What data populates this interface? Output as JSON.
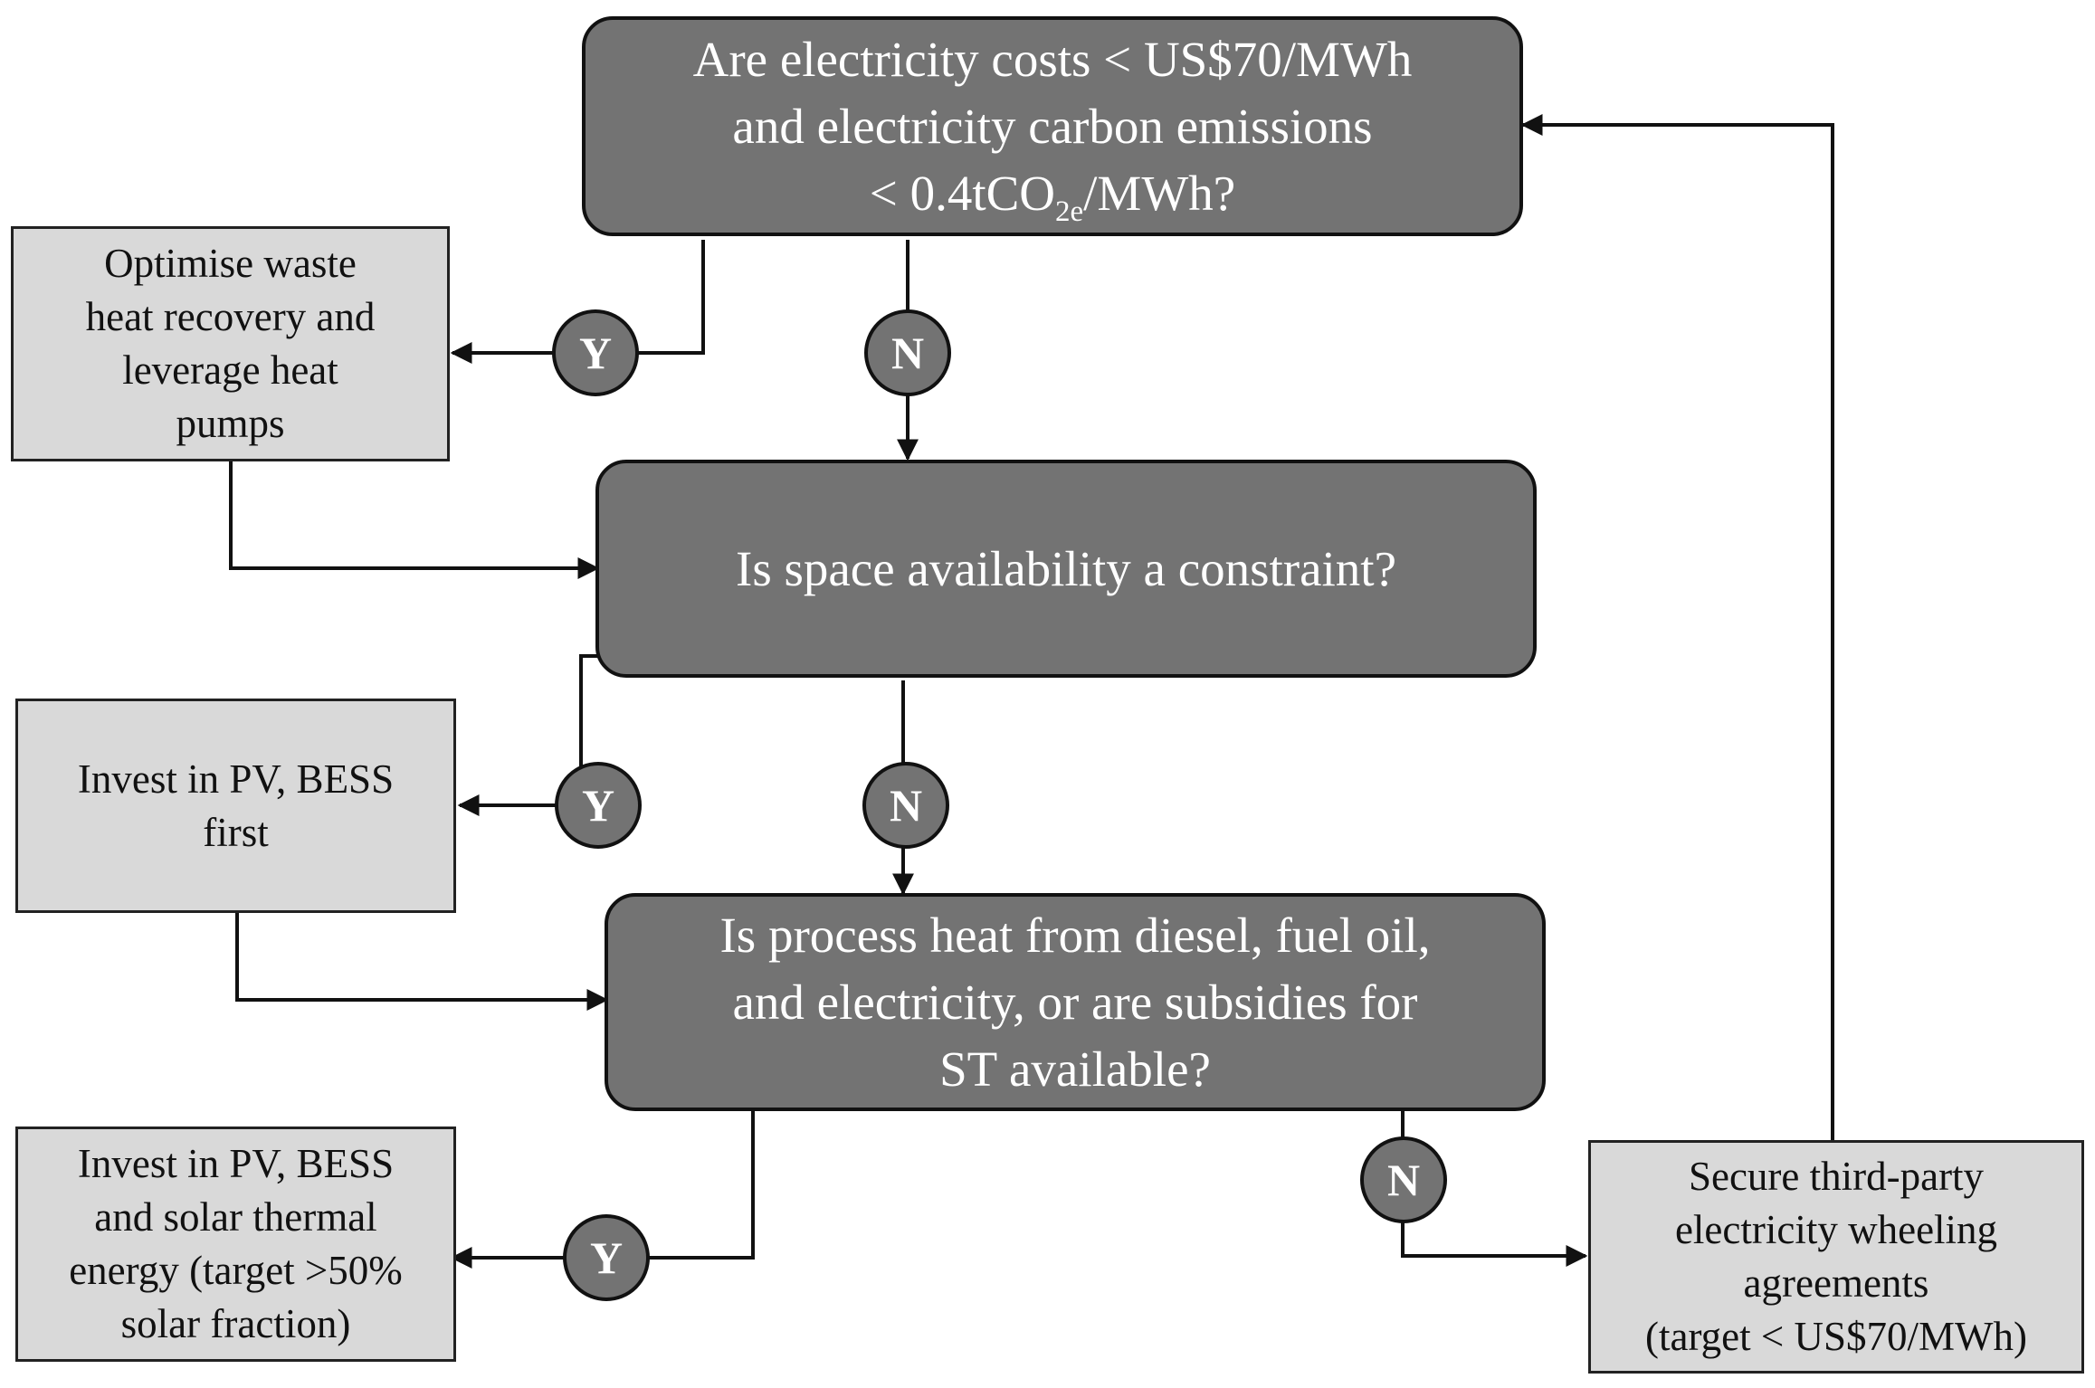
{
  "decisions": {
    "electricity": {
      "line1": "Are electricity costs < US$70/MWh",
      "line2": "and electricity carbon emissions",
      "line3_pre": "< 0.4tCO",
      "line3_sub": "2e",
      "line3_post": "/MWh?"
    },
    "space": {
      "text": "Is space availability a constraint?"
    },
    "process_heat": {
      "line1": "Is process heat from diesel, fuel oil,",
      "line2": "and electricity, or are subsidies for",
      "line3": "ST available?"
    }
  },
  "actions": {
    "heat_recovery": [
      "Optimise waste",
      "heat recovery and",
      "leverage heat",
      "pumps"
    ],
    "pv_bess_first": [
      "Invest in PV, BESS",
      "first"
    ],
    "pv_bess_solar": [
      "Invest in PV, BESS",
      "and solar thermal",
      "energy (target >50%",
      "solar fraction)"
    ],
    "wheeling": [
      "Secure third-party",
      "electricity wheeling",
      "agreements",
      "(target < US$70/MWh)"
    ]
  },
  "labels": {
    "yes": "Y",
    "no": "N"
  },
  "colors": {
    "decision_fill": "#737373",
    "action_fill": "#d9d9d9",
    "line": "#111111"
  }
}
